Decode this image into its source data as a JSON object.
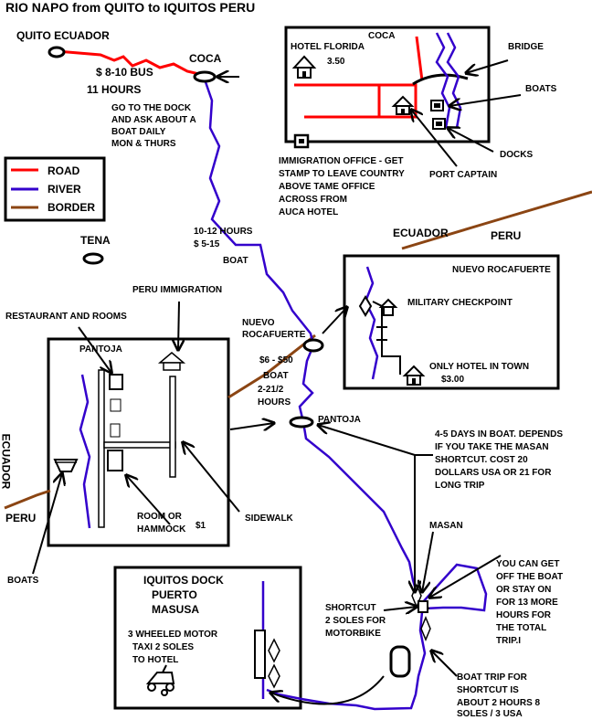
{
  "title": "RIO NAPO from QUITO to IQUITOS PERU",
  "legend": {
    "road": "ROAD",
    "river": "RIVER",
    "border": "BORDER",
    "road_color": "#ff0000",
    "river_color": "#3300cc",
    "border_color": "#8b4513"
  },
  "places": {
    "quito": "QUITO ECUADOR",
    "coca": "COCA",
    "tena": "TENA",
    "nuevo_rocafuerte": [
      "NUEVO",
      "ROCAFUERTE"
    ],
    "pantoja": "PANTOJA",
    "masan": "MASAN"
  },
  "countries": {
    "ecuador": "ECUADOR",
    "peru": "PERU"
  },
  "notes": {
    "bus": [
      "$ 8-10 BUS",
      "11 HOURS"
    ],
    "dock": [
      "GO TO THE DOCK",
      "AND ASK ABOUT A",
      "BOAT DAILY",
      "MON & THURS"
    ],
    "coca_boat": [
      "10-12 HOURS",
      "$ 5-15"
    ],
    "coca_boat_word": "BOAT",
    "pantoja_boat": [
      "$6 - $50",
      "BOAT",
      "2-21/2",
      "HOURS"
    ],
    "immigration": [
      "IMMIGRATION OFFICE - GET",
      "STAMP TO LEAVE COUNTRY",
      "ABOVE TAME OFFICE",
      "ACROSS FROM",
      "AUCA HOTEL"
    ],
    "days": [
      "4-5 DAYS IN BOAT. DEPENDS",
      "IF YOU TAKE THE MASAN",
      "SHORTCUT. COST 20",
      "DOLLARS USA OR 21 FOR",
      "LONG TRIP"
    ],
    "get_off": [
      "YOU CAN GET",
      "OFF THE BOAT",
      "OR STAY ON",
      "FOR 13 MORE",
      "HOURS FOR",
      "THE TOTAL",
      "TRIP.I"
    ],
    "shortcut": [
      "SHORTCUT",
      "2 SOLES FOR",
      "MOTORBIKE"
    ],
    "boat_trip": [
      "BOAT TRIP FOR",
      "SHORTCUT IS",
      "ABOUT 2 HOURS 8",
      "SOLES / 3 USA"
    ]
  },
  "coca_inset": {
    "title": "COCA",
    "hotel": "HOTEL FLORIDA",
    "hotel_price": "3.50",
    "bridge": "BRIDGE",
    "boats": "BOATS",
    "docks": "DOCKS",
    "port_captain": "PORT CAPTAIN"
  },
  "rocafuerte_inset": {
    "title": "NUEVO ROCAFUERTE",
    "checkpoint": "MILITARY CHECKPOINT",
    "hotel": "ONLY HOTEL IN TOWN",
    "price": "$3.00"
  },
  "pantoja_inset": {
    "title": "PANTOJA",
    "peru_immigration": "PERU IMMIGRATION",
    "restaurant": "RESTAURANT AND ROOMS",
    "room": [
      "ROOM OR",
      "HAMMOCK"
    ],
    "room_price": "$1",
    "sidewalk": "SIDEWALK",
    "boats": "BOATS"
  },
  "iquitos_inset": {
    "title": [
      "IQUITOS DOCK",
      "PUERTO",
      "MASUSA"
    ],
    "taxi": [
      "3 WHEELED MOTOR",
      "TAXI 2 SOLES",
      "TO HOTEL"
    ]
  }
}
